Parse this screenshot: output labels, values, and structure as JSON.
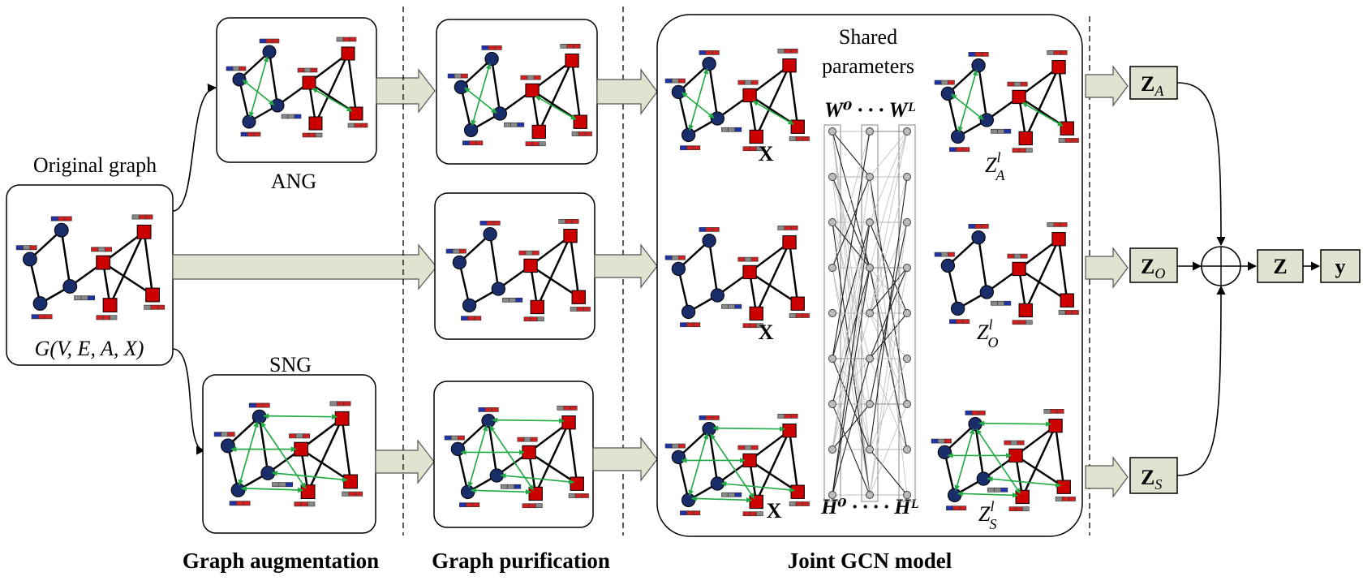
{
  "labels": {
    "original_title": "Original graph",
    "original_formula": "G(V, E, A, X)",
    "ang": "ANG",
    "sng": "SNG",
    "shared_line1": "Shared",
    "shared_line2": "parameters",
    "weights": "W⁰ · · · Wᴸ",
    "hidden": "H⁰ · · · · Hᴸ",
    "x_feature": "X",
    "z_a": "Z",
    "z_a_sub": "A",
    "z_o": "Z",
    "z_o_sub": "O",
    "z_s": "Z",
    "z_s_sub": "S",
    "zl_a": "Z",
    "zl_o": "Z",
    "zl_s": "Z",
    "z_sup": "l",
    "zl_a_sub": "A",
    "zl_o_sub": "O",
    "zl_s_sub": "S",
    "z": "Z",
    "y": "y"
  },
  "sections": {
    "augmentation": "Graph augmentation",
    "purification": "Graph purification",
    "joint": "Joint GCN model"
  },
  "colors": {
    "node_blue": "#1a2d6b",
    "node_red": "#cc0000",
    "edge_green": "#22aa44",
    "arrow_fill": "#dfe3cf"
  }
}
